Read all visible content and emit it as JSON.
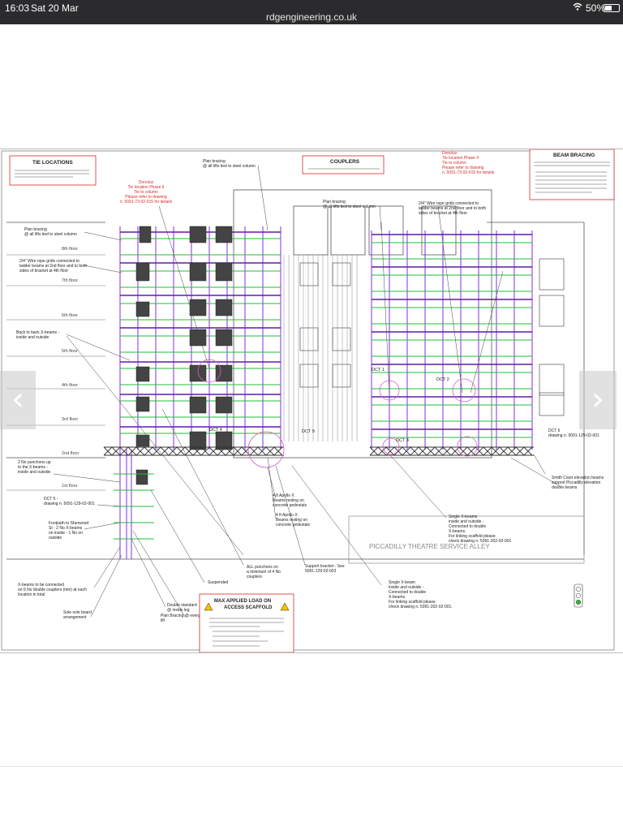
{
  "status_bar": {
    "time": "16:03",
    "date": "Sat 20 Mar",
    "url": "rdgengineering.co.uk",
    "battery": "50%",
    "battery_level": 0.5
  },
  "drawing": {
    "boxes": {
      "tie_locations": {
        "title": "TIE LOCATIONS"
      },
      "couplers": {
        "title": "COUPLERS"
      },
      "beam_bracing": {
        "title": "BEAM BRACING"
      },
      "max_load": {
        "title_line1": "MAX APPLIED LOAD ON",
        "title_line2": "ACCESS SCAFFOLD"
      }
    },
    "floors": [
      "8th floor",
      "7th floor",
      "6th floor",
      "5th floor",
      "4th floor",
      "3rd floor",
      "2nd floor",
      "1st floor"
    ],
    "street_label": "PICCADILLY THEATRE SERVICE ALLEY",
    "notes": {
      "plan_bracing_top": [
        "Plan bracing",
        "@ all lifts tied to steel column"
      ],
      "plan_bracing_mid": [
        "Plan bracing",
        "@ all lifts tied to steel column"
      ],
      "plan_bracing_left": [
        "Plan bracing",
        "@ all lifts tied to steel column"
      ],
      "donolux_left": [
        "Donolux",
        "Tie location Phase II",
        "Tie to column",
        "Please refer to drawing",
        "n. 5091-73-02-015 for details"
      ],
      "donolux_right": [
        "Donolux",
        "Tie location Phase II",
        "Tie to column",
        "Please refer to drawing",
        "n. 5091-73-02-015 for details"
      ],
      "wire_rope_left": [
        "2/4\" Wire rope grids connected to",
        "ladder beams at 2nd floor and to both",
        "sides of bracket at 4th floor"
      ],
      "wire_rope_right": [
        "2/4\" Wire rope grids connected to",
        "ladder beams at 2nd floor and to both",
        "sides of bracket at 4th floor"
      ],
      "back_to_back": [
        "Back to back X-beams -",
        "inside and outside"
      ],
      "two_no_punchons": [
        "2 No punchons up",
        "to the X-beams -",
        "inside and outside"
      ],
      "dct5": [
        "DCT 5 -",
        "drawing n. 5091-129-02-001"
      ],
      "dct6": [
        "DCT 6",
        "drawing n. 5091-129-02-001"
      ],
      "footpath": [
        "Footpath to Sherwood",
        "St - 2 No X-beams",
        "on inside - 1 No on",
        "outside"
      ],
      "x_beams_connected": [
        "X-beams to be connected",
        "on 6 No double couplers (min) at each",
        "location in total"
      ],
      "sole_board": [
        "Sole sole board",
        "arrangement"
      ],
      "double_standard": [
        "Double standard",
        "@ inside leg"
      ],
      "plan_bracing_every": [
        "Plan Bracing @ every",
        "lift"
      ],
      "suspended": [
        "Suspended"
      ],
      "all_punchons": [
        "ALL punchons on",
        "a minimum of 4 No",
        "couplers"
      ],
      "apollo_1": [
        "4 ft Apollo X",
        "Beams resting on",
        "concrete pedestals"
      ],
      "apollo_2": [
        "4 ft Apollo X",
        "Beams resting on",
        "concrete pedestals"
      ],
      "support_bracket": [
        "Support bracket - See",
        "5091-129-02-003"
      ],
      "single_xbeam_1": [
        "Single X-beams",
        "inside and outside -",
        "Connected to double",
        "X-beams.",
        "For linking scaffold please",
        "check drawing n. 5091-202-02-001"
      ],
      "single_xbeam_2": [
        "Single X-beam",
        "inside and outside -",
        "Connected to double",
        "X-beams.",
        "For linking scaffold please",
        "check drawing n. 5091-202-02-001."
      ],
      "smith_court": [
        "Smith Court elevation beams",
        "support Piccadilly elevation",
        "double beams"
      ]
    },
    "tags": {
      "dct4": "DCT 4",
      "dct9": "DCT 9",
      "dct3": "DCT 3",
      "dct2": "DCT 2",
      "dct1": "DCT 1"
    }
  },
  "nav": {
    "prev_icon": "chevron-left-icon",
    "next_icon": "chevron-right-icon"
  },
  "colors": {
    "status_bar": "#2b2b2d",
    "scaffold_purple": "#8a2be2",
    "ledger_green": "#1fbf3a",
    "callout_red": "#d62c2c",
    "building_grey": "#555555"
  }
}
